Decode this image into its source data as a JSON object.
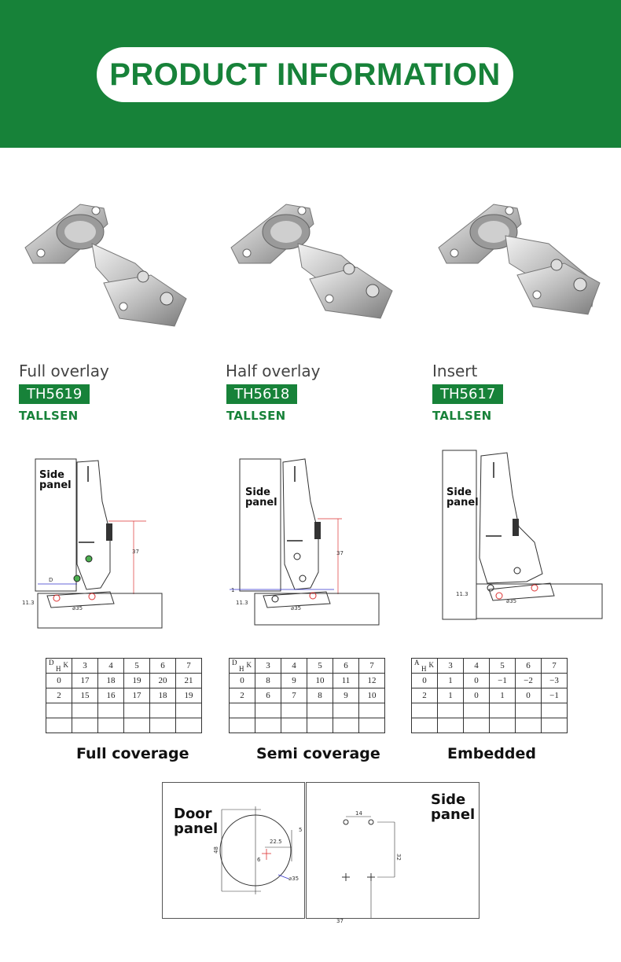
{
  "header": {
    "title": "PRODUCT INFORMATION"
  },
  "colors": {
    "brand_green": "#178239",
    "white": "#ffffff"
  },
  "products": [
    {
      "type": "Full overlay",
      "code": "TH5619",
      "brand": "TALLSEN"
    },
    {
      "type": "Half overlay",
      "code": "TH5618",
      "brand": "TALLSEN"
    },
    {
      "type": "Insert",
      "code": "TH5617",
      "brand": "TALLSEN"
    }
  ],
  "diagrams": [
    {
      "side_label_1": "Side",
      "side_label_2": "panel",
      "dim_37": "37",
      "dim_11": "11.3",
      "dim_35": "⌀35",
      "dim_d": "D"
    },
    {
      "side_label_1": "Side",
      "side_label_2": "panel",
      "dim_37": "37",
      "dim_11": "11.3",
      "dim_35": "⌀35",
      "dim_d": "1"
    },
    {
      "side_label_1": "Side",
      "side_label_2": "panel",
      "dim_11": "11.3",
      "dim_35": "⌀35"
    }
  ],
  "tables": [
    {
      "corner_top": "D",
      "corner_k": "K",
      "corner_bottom": "H",
      "headers": [
        "3",
        "4",
        "5",
        "6",
        "7"
      ],
      "rows": [
        [
          "0",
          "17",
          "18",
          "19",
          "20",
          "21"
        ],
        [
          "2",
          "15",
          "16",
          "17",
          "18",
          "19"
        ],
        [
          "",
          "",
          "",
          "",
          "",
          ""
        ],
        [
          "",
          "",
          "",
          "",
          "",
          ""
        ]
      ],
      "caption": "Full coverage"
    },
    {
      "corner_top": "D",
      "corner_k": "K",
      "corner_bottom": "H",
      "headers": [
        "3",
        "4",
        "5",
        "6",
        "7"
      ],
      "rows": [
        [
          "0",
          "8",
          "9",
          "10",
          "11",
          "12"
        ],
        [
          "2",
          "6",
          "7",
          "8",
          "9",
          "10"
        ],
        [
          "",
          "",
          "",
          "",
          "",
          ""
        ],
        [
          "",
          "",
          "",
          "",
          "",
          ""
        ]
      ],
      "caption": "Semi coverage"
    },
    {
      "corner_top": "A",
      "corner_k": "K",
      "corner_bottom": "H",
      "headers": [
        "3",
        "4",
        "5",
        "6",
        "7"
      ],
      "rows": [
        [
          "0",
          "1",
          "0",
          "−1",
          "−2",
          "−3"
        ],
        [
          "2",
          "1",
          "0",
          "1",
          "0",
          "−1"
        ],
        [
          "",
          "",
          "",
          "",
          "",
          ""
        ],
        [
          "",
          "",
          "",
          "",
          "",
          ""
        ]
      ],
      "caption": "Embedded"
    }
  ],
  "drilling": {
    "door_label_1": "Door",
    "door_label_2": "panel",
    "side_label_1": "Side",
    "side_label_2": "panel",
    "dim_48": "48",
    "dim_22": "22.5",
    "dim_5": "5",
    "dim_6": "6",
    "dim_35": "⌀35",
    "dim_14": "14",
    "dim_32": "32",
    "dim_37": "37"
  }
}
